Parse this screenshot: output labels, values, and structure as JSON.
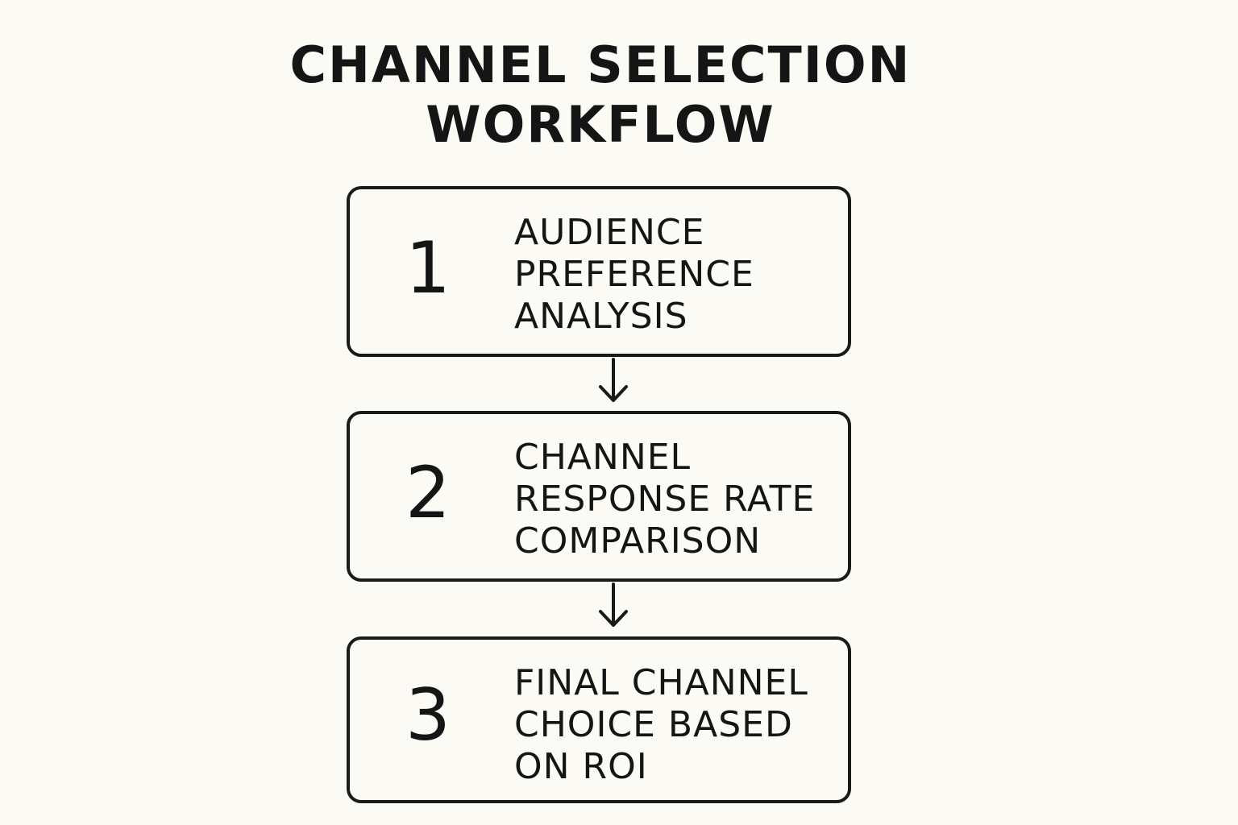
{
  "title": {
    "line1": "CHANNEL SELECTION",
    "line2": "WORKFLOW"
  },
  "steps": [
    {
      "number": "1",
      "lines": [
        "AUDIENCE",
        "PREFERENCE",
        "ANALYSIS"
      ]
    },
    {
      "number": "2",
      "lines": [
        "CHANNEL",
        "RESPONSE RATE",
        "COMPARISON"
      ]
    },
    {
      "number": "3",
      "lines": [
        "FINAL CHANNEL",
        "CHOICE BASED",
        "ON ROI"
      ]
    }
  ]
}
